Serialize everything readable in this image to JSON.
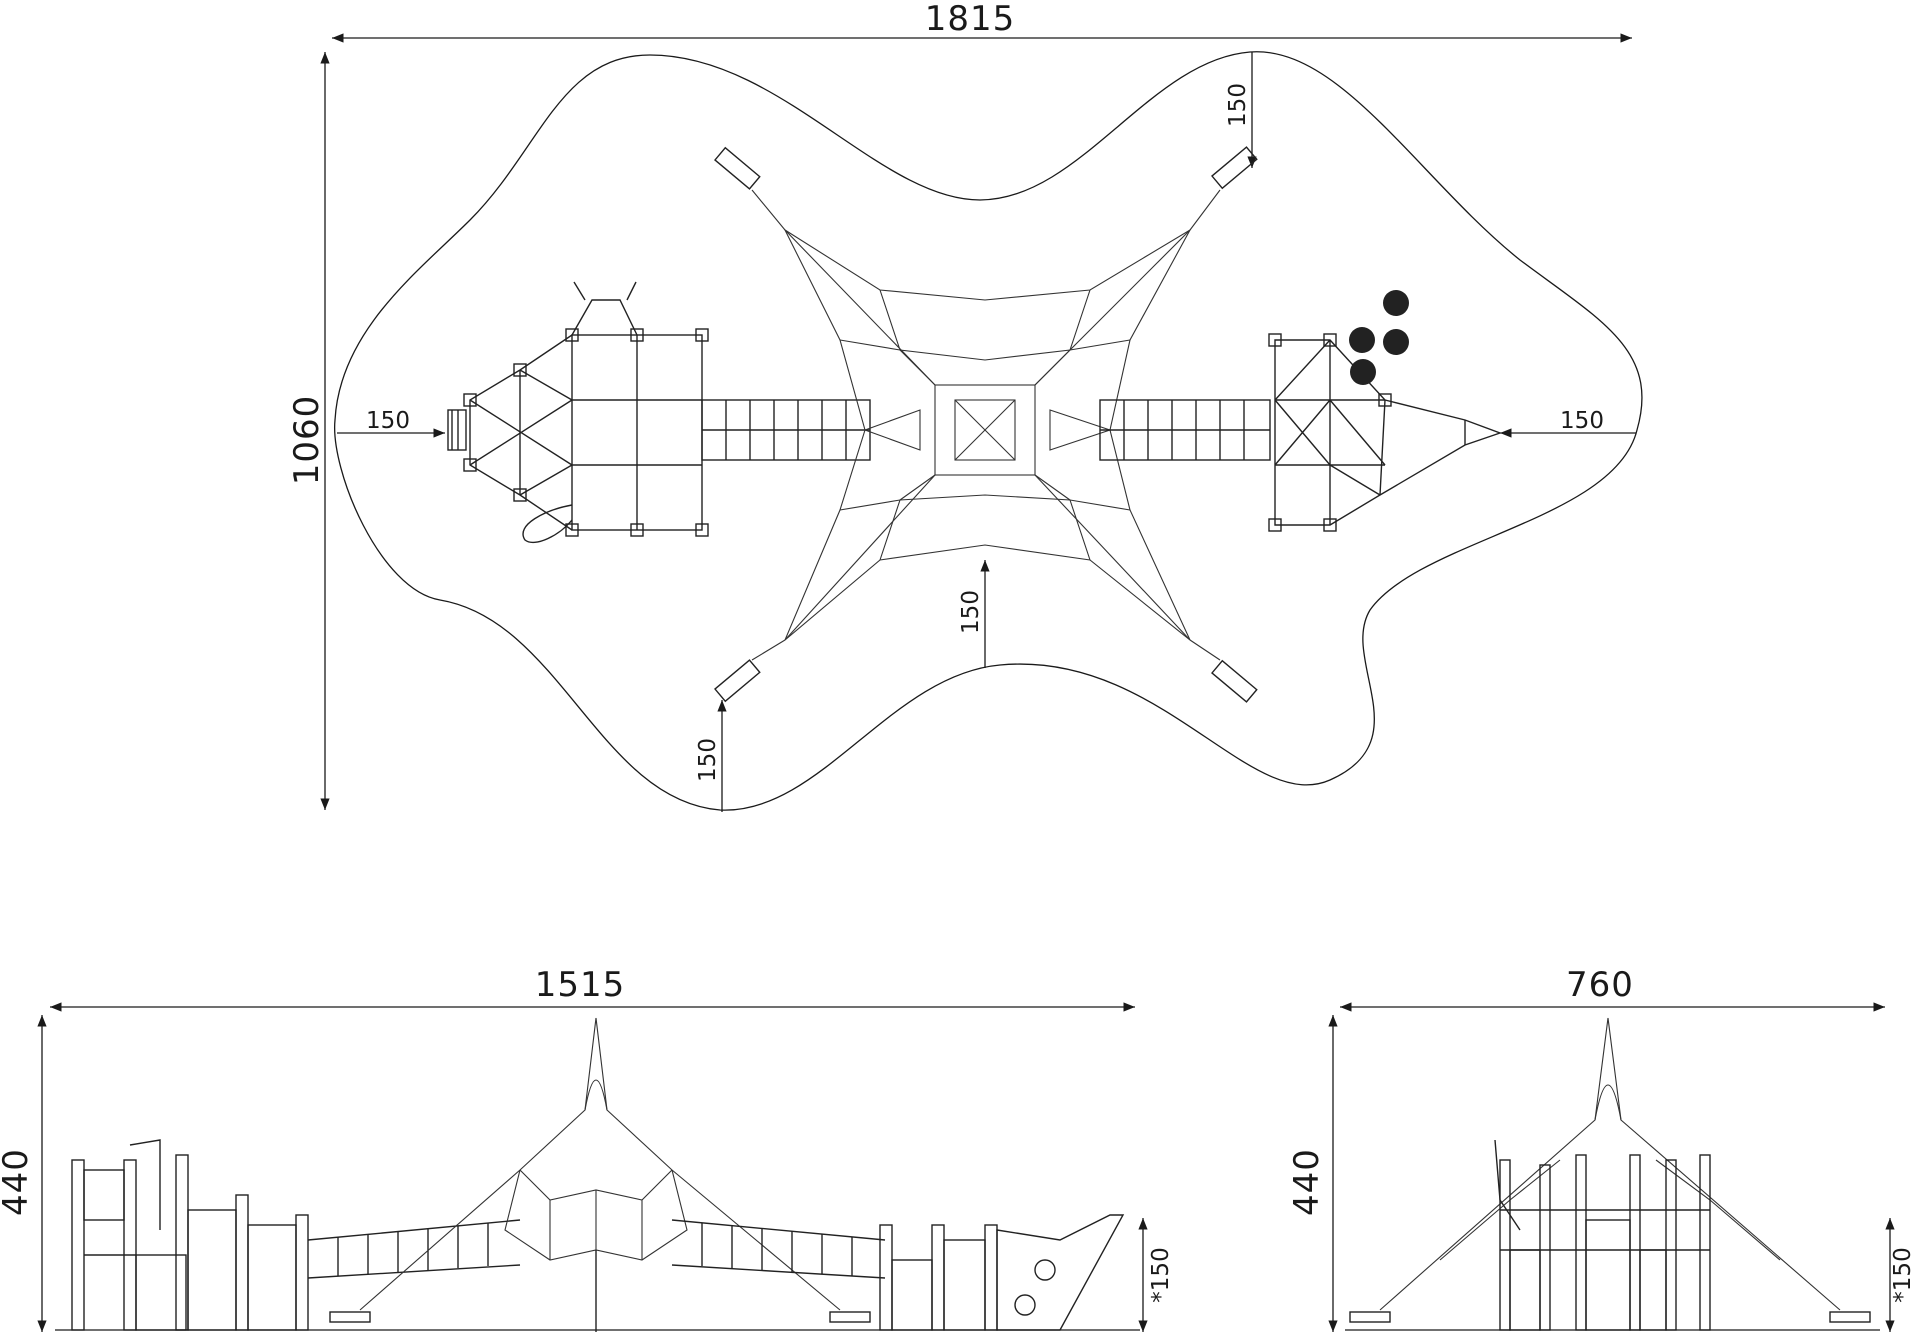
{
  "plan_view": {
    "overall_width": "1815",
    "overall_depth": "1060",
    "clearance_left": "150",
    "clearance_right": "150",
    "clearance_top": "150",
    "clearance_center": "150",
    "clearance_bottom": "150"
  },
  "front_elevation": {
    "width": "1515",
    "height": "440",
    "free_fall": "*150"
  },
  "side_elevation": {
    "width": "760",
    "height": "440",
    "free_fall": "*150"
  }
}
